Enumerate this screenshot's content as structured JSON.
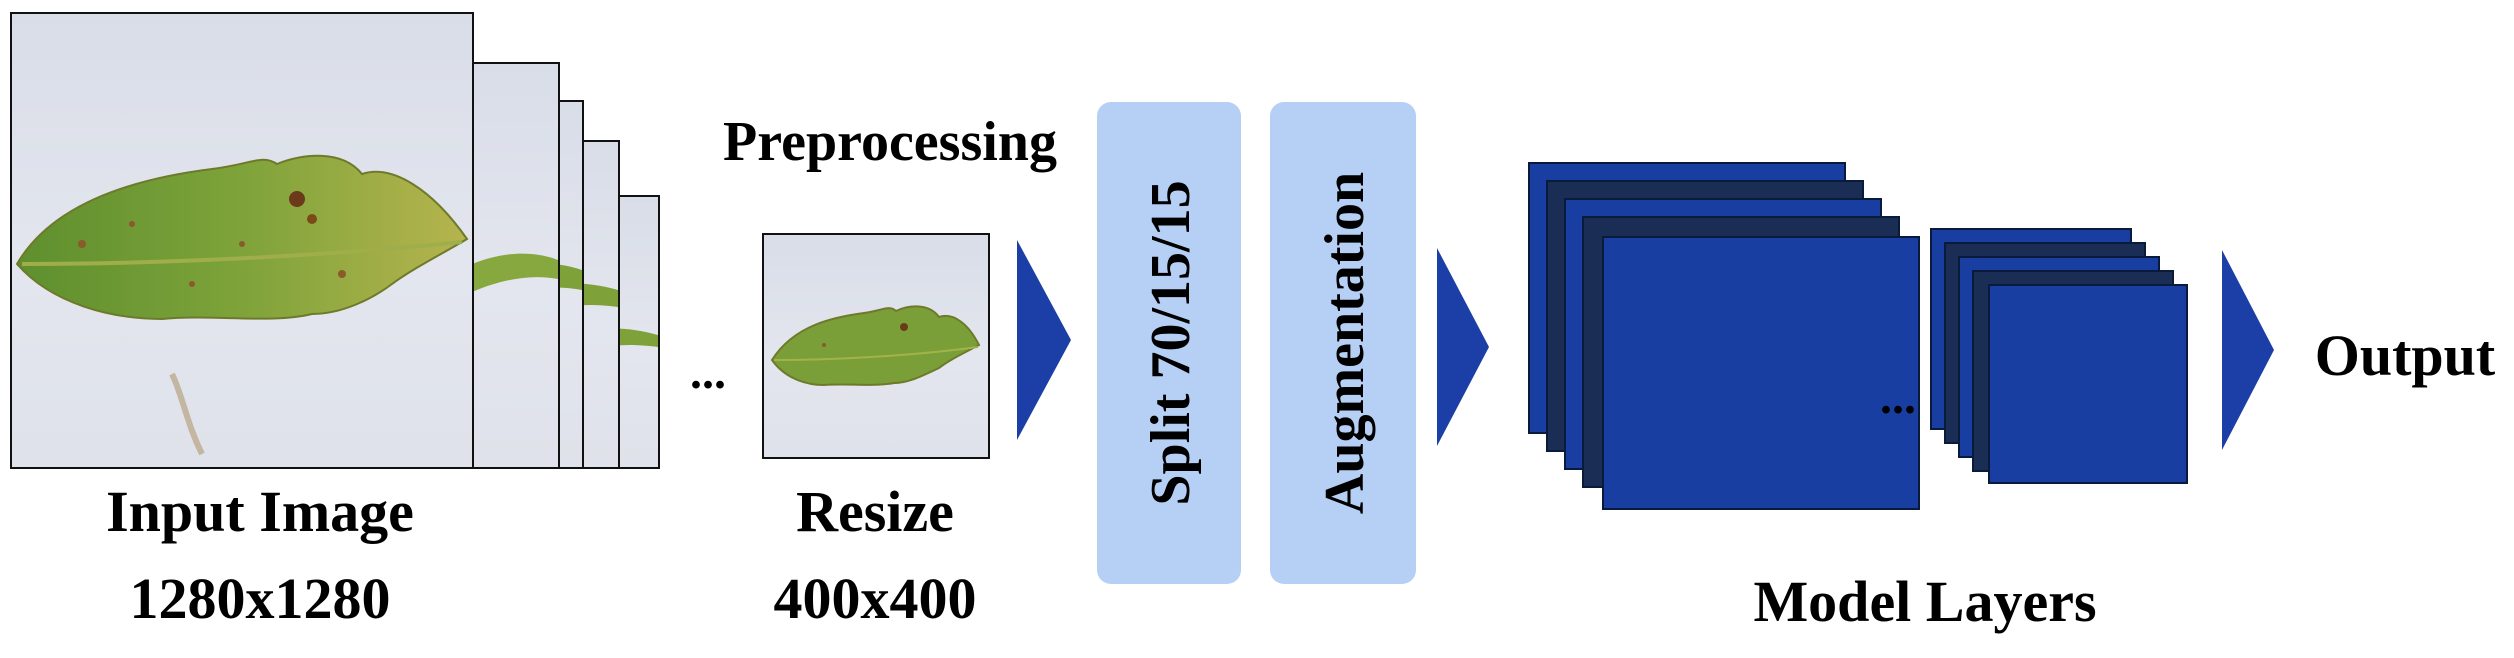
{
  "labels": {
    "preprocessing": "Preprocessing",
    "input_image": "Input Image",
    "input_size": "1280x1280",
    "resize": "Resize",
    "resize_size": "400x400",
    "split": "Split 70/15/15",
    "augmentation": "Augmentation",
    "model_layers": "Model Layers",
    "output": "Output",
    "ellipsis_1": "...",
    "ellipsis_2": "..."
  },
  "colors": {
    "step_box": "#b6cff4",
    "arrow": "#1b3fa6",
    "layer_blue": "#173ea0",
    "layer_dark": "#1a2d55"
  }
}
